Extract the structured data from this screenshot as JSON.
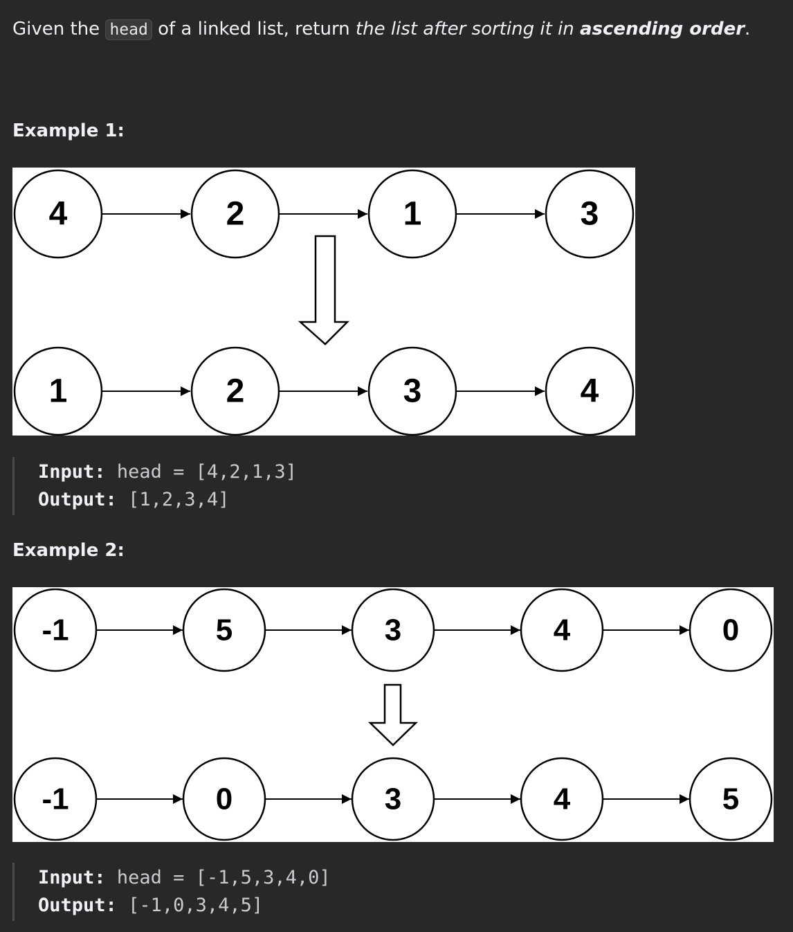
{
  "intro": {
    "prefix": "Given the",
    "code": "head",
    "middle": "of a linked list, return",
    "emphasis": "the list after sorting it in",
    "strong": "ascending order",
    "suffix": "."
  },
  "examples": [
    {
      "heading": "Example 1:",
      "input_list": [
        "4",
        "2",
        "1",
        "3"
      ],
      "output_list": [
        "1",
        "2",
        "3",
        "4"
      ],
      "input_label": "Input:",
      "input_text": "head = [4,2,1,3]",
      "output_label": "Output:",
      "output_text": "[1,2,3,4]"
    },
    {
      "heading": "Example 2:",
      "input_list": [
        "-1",
        "5",
        "3",
        "4",
        "0"
      ],
      "output_list": [
        "-1",
        "0",
        "3",
        "4",
        "5"
      ],
      "input_label": "Input:",
      "input_text": "head = [-1,5,3,4,0]",
      "output_label": "Output:",
      "output_text": "[-1,0,3,4,5]"
    }
  ]
}
